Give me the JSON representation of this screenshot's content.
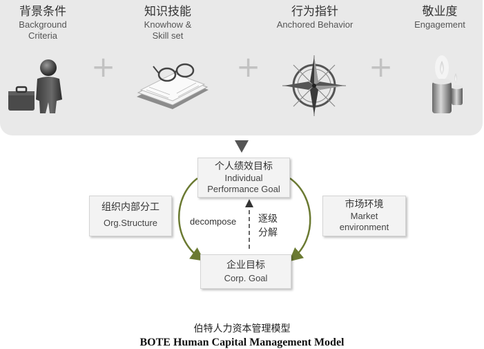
{
  "factors": [
    {
      "zh": "背景条件",
      "en1": "Background",
      "en2": "Criteria",
      "icon": "businessman-briefcase-icon"
    },
    {
      "zh": "知识技能",
      "en1": "Knowhow &",
      "en2": "Skill set",
      "icon": "book-glasses-icon"
    },
    {
      "zh": "行为指针",
      "en1": "Anchored Behavior",
      "en2": "",
      "icon": "compass-rose-icon"
    },
    {
      "zh": "敬业度",
      "en1": "Engagement",
      "en2": "",
      "icon": "candles-icon"
    }
  ],
  "plus_sign": "+",
  "model": {
    "individual": {
      "zh": "个人绩效目标",
      "en1": "Individual",
      "en2": "Performance Goal"
    },
    "corporate": {
      "zh": "企业目标",
      "en": "Corp.  Goal"
    },
    "org": {
      "zh": "组织内部分工",
      "en": "Org.Structure"
    },
    "market": {
      "zh": "市场环境",
      "en1": "Market",
      "en2": "environment"
    },
    "decompose_en": "decompose",
    "decompose_zh1": "逐级",
    "decompose_zh2": "分解"
  },
  "caption": {
    "zh": "伯特人力资本管理模型",
    "en": "BOTE Human Capital Management Model"
  },
  "colors": {
    "arc": "#6b7a32",
    "band": "#e9e9e9"
  }
}
